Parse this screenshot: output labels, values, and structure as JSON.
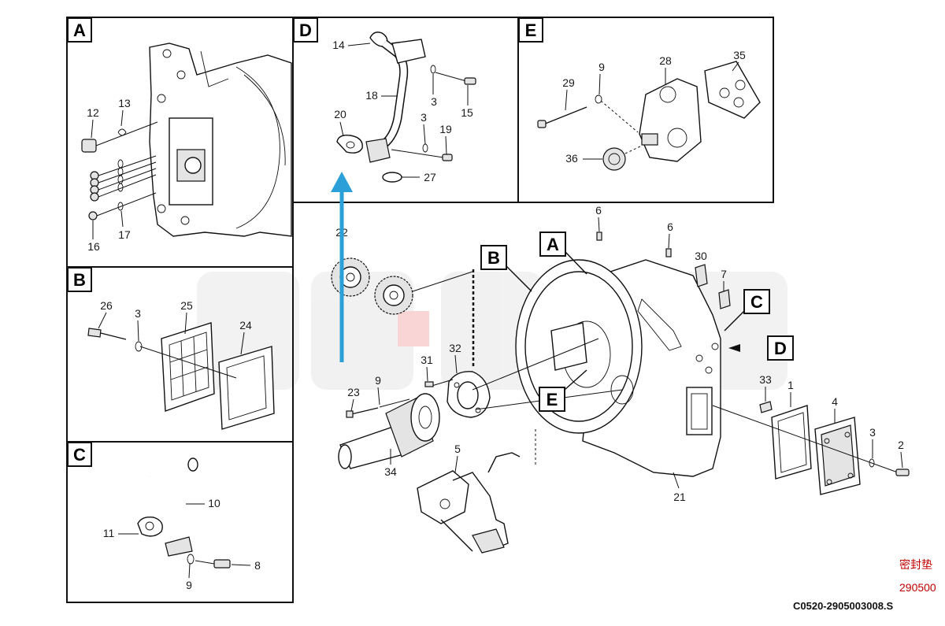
{
  "panels": {
    "A": {
      "label": "A",
      "callouts": [
        "12",
        "13",
        "16",
        "17"
      ]
    },
    "B": {
      "label": "B",
      "callouts": [
        "26",
        "3",
        "25",
        "24"
      ]
    },
    "C": {
      "label": "C",
      "callouts": [
        "10",
        "11",
        "8",
        "9"
      ]
    },
    "D": {
      "label": "D",
      "callouts": [
        "14",
        "18",
        "3",
        "15",
        "20",
        "3",
        "19",
        "27"
      ]
    },
    "E": {
      "label": "E",
      "callouts": [
        "9",
        "28",
        "35",
        "29",
        "36"
      ]
    }
  },
  "main": {
    "tags": [
      "A",
      "B",
      "C",
      "D",
      "E"
    ],
    "callouts": [
      "6",
      "6",
      "30",
      "7",
      "22",
      "31",
      "32",
      "23",
      "9",
      "34",
      "5",
      "21",
      "33",
      "1",
      "4",
      "3",
      "2"
    ]
  },
  "watermark": "SDLG",
  "annotation": {
    "line1": "密封垫",
    "line2": "290500"
  },
  "drawing_code": "C0520-2905003008.S",
  "colors": {
    "arrow": "#2a9fd8",
    "annotation": "#c00000",
    "watermark": "#f0c8c8"
  }
}
